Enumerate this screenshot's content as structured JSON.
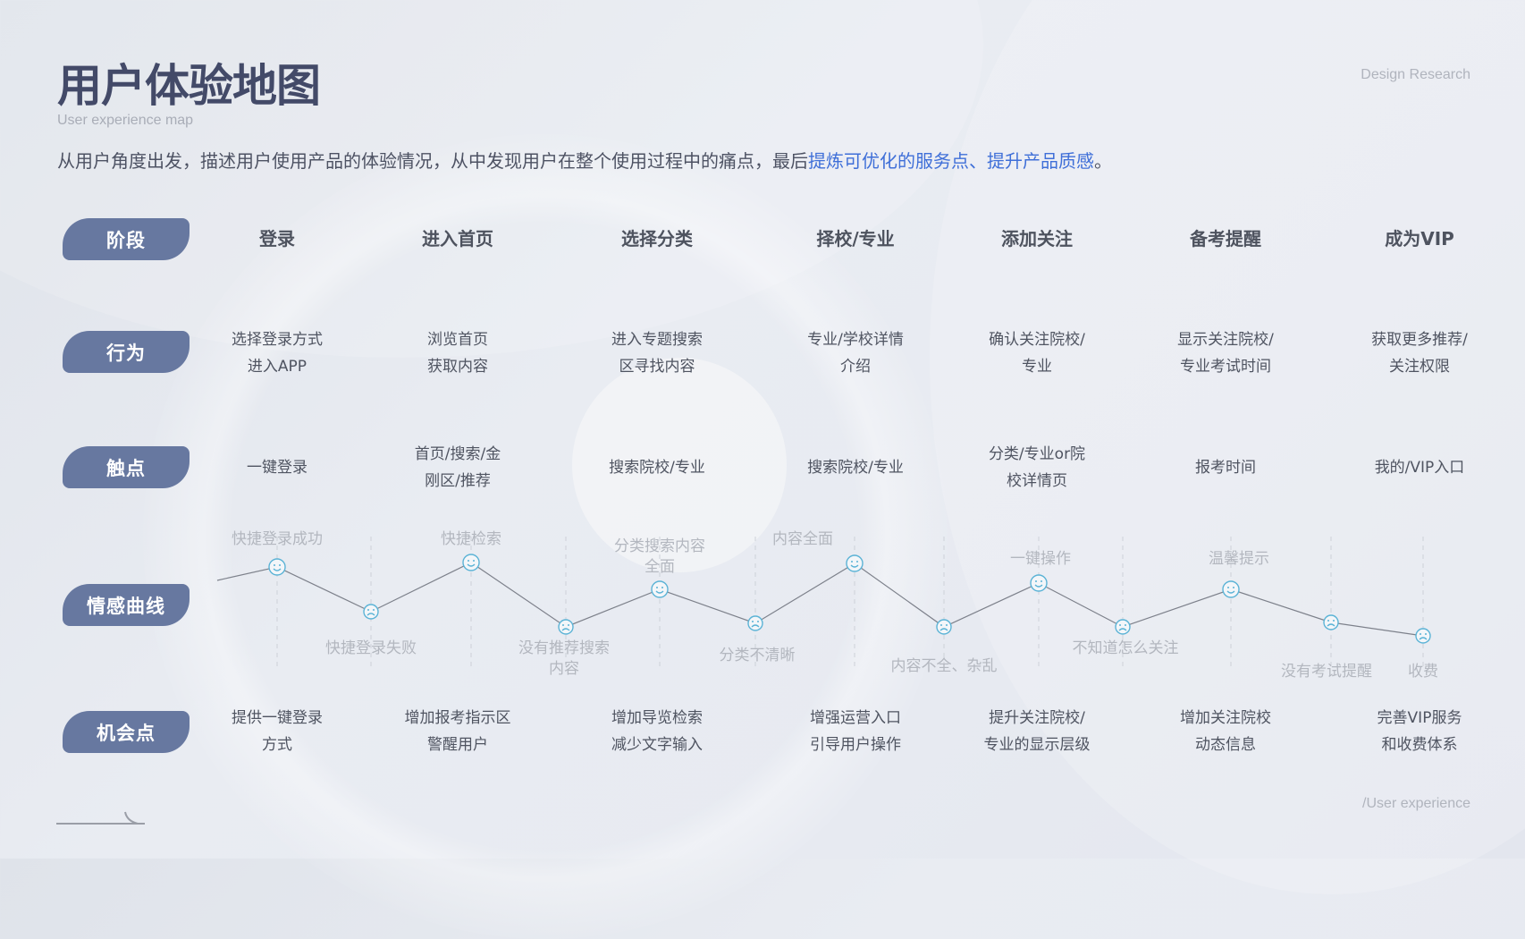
{
  "header": {
    "title": "用户体验地图",
    "subtitle": "User experience map",
    "corner_label": "Design Research",
    "description_plain": "从用户角度出发，描述用户使用产品的体验情况，从中发现用户在整个使用过程中的痛点，最后",
    "description_highlight": "提炼可优化的服务点、提升产品质感",
    "description_end": "。",
    "highlight_color": "#3f6fd8"
  },
  "row_labels": {
    "stage": "阶段",
    "behavior": "行为",
    "touchpoint": "触点",
    "emotion": "情感曲线",
    "opportunity": "机会点"
  },
  "stages": [
    {
      "name": "登录",
      "behavior": [
        "选择登录方式",
        "进入APP"
      ],
      "touchpoint": [
        "一键登录"
      ],
      "opportunity": [
        "提供一键登录",
        "方式"
      ]
    },
    {
      "name": "进入首页",
      "behavior": [
        "浏览首页",
        "获取内容"
      ],
      "touchpoint": [
        "首页/搜索/金",
        "刚区/推荐"
      ],
      "opportunity": [
        "增加报考指示区",
        "警醒用户"
      ]
    },
    {
      "name": "选择分类",
      "behavior": [
        "进入专题搜索",
        "区寻找内容"
      ],
      "touchpoint": [
        "搜索院校/专业"
      ],
      "opportunity": [
        "增加导览检索",
        "减少文字输入"
      ]
    },
    {
      "name": "择校/专业",
      "behavior": [
        "专业/学校详情",
        "介绍"
      ],
      "touchpoint": [
        "搜索院校/专业"
      ],
      "opportunity": [
        "增强运营入口",
        "引导用户操作"
      ]
    },
    {
      "name": "添加关注",
      "behavior": [
        "确认关注院校/",
        "专业"
      ],
      "touchpoint": [
        "分类/专业or院",
        "校详情页"
      ],
      "opportunity": [
        "提升关注院校/",
        "专业的显示层级"
      ]
    },
    {
      "name": "备考提醒",
      "behavior": [
        "显示关注院校/",
        "专业考试时间"
      ],
      "touchpoint": [
        "报考时间"
      ],
      "opportunity": [
        "增加关注院校",
        "动态信息"
      ]
    },
    {
      "name": "成为VIP",
      "behavior": [
        "获取更多推荐/",
        "关注权限"
      ],
      "touchpoint": [
        "我的/VIP入口"
      ],
      "opportunity": [
        "完善VIP服务",
        "和收费体系"
      ]
    }
  ],
  "emotion_points": [
    {
      "mood": "positive",
      "label": [
        "快捷登录成功"
      ]
    },
    {
      "mood": "negative",
      "label": [
        "快捷登录失败"
      ]
    },
    {
      "mood": "positive",
      "label": [
        "快捷检索"
      ]
    },
    {
      "mood": "negative",
      "label": [
        "没有推荐搜索",
        "内容"
      ]
    },
    {
      "mood": "positive",
      "label": [
        "分类搜索内容",
        "全面"
      ]
    },
    {
      "mood": "negative",
      "label": [
        "分类不清晰"
      ]
    },
    {
      "mood": "positive",
      "label": [
        "内容全面"
      ]
    },
    {
      "mood": "negative",
      "label": [
        "内容不全、杂乱"
      ]
    },
    {
      "mood": "positive",
      "label": [
        "一键操作"
      ]
    },
    {
      "mood": "negative",
      "label": [
        "不知道怎么关注"
      ]
    },
    {
      "mood": "positive",
      "label": [
        "温馨提示"
      ]
    },
    {
      "mood": "negative",
      "label": [
        "没有考试提醒"
      ]
    },
    {
      "mood": "negative",
      "label": [
        "收费"
      ]
    }
  ],
  "icons": {
    "positive": "smile-face-icon",
    "negative": "frown-face-icon"
  },
  "colors": {
    "pill": "#6778a0",
    "icon_stroke": "#5bb3d6",
    "title": "#434a68"
  },
  "footer": {
    "corner_label": "/User experience"
  }
}
